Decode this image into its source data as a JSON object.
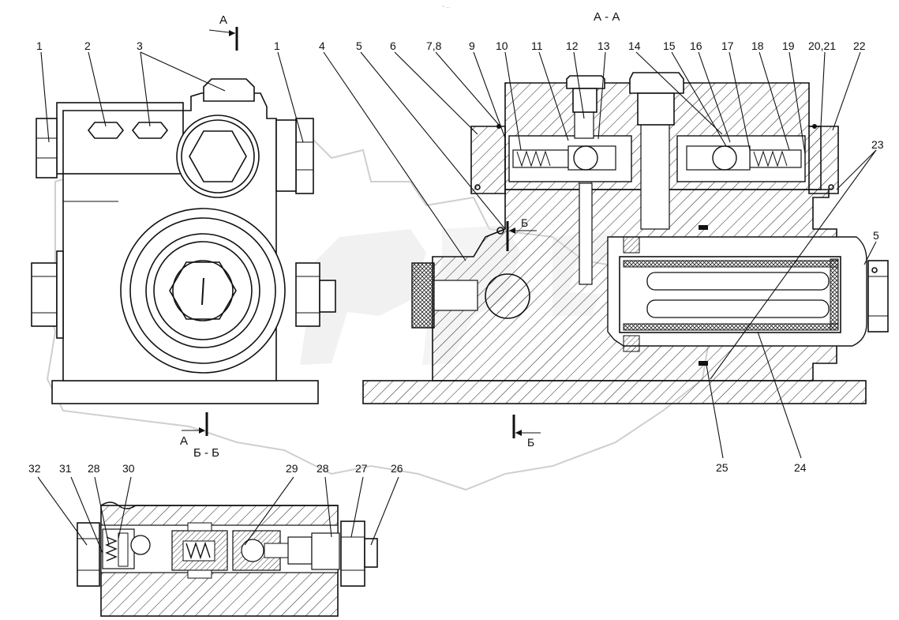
{
  "sections": {
    "aa": "А - А",
    "bb": "Б - Б",
    "marker_a_top": "А",
    "marker_a_bottom": "А",
    "marker_b_mid": "Б",
    "marker_b_bottom": "Б"
  },
  "callouts": {
    "c1a": "1",
    "c2": "2",
    "c3": "3",
    "c1b": "1",
    "c4": "4",
    "c5": "5",
    "c6": "6",
    "c78": "7,8",
    "c9": "9",
    "c10": "10",
    "c11": "11",
    "c12": "12",
    "c13": "13",
    "c14": "14",
    "c15": "15",
    "c16": "16",
    "c17": "17",
    "c18": "18",
    "c19": "19",
    "c2021": "20,21",
    "c22": "22",
    "c23": "23",
    "c5b": "5",
    "c25": "25",
    "c24": "24",
    "c32": "32",
    "c31": "31",
    "c28a": "28",
    "c30": "30",
    "c29": "29",
    "c28b": "28",
    "c27": "27",
    "c26": "26"
  },
  "icons": {
    "watermark": "gear-logo-watermark"
  }
}
